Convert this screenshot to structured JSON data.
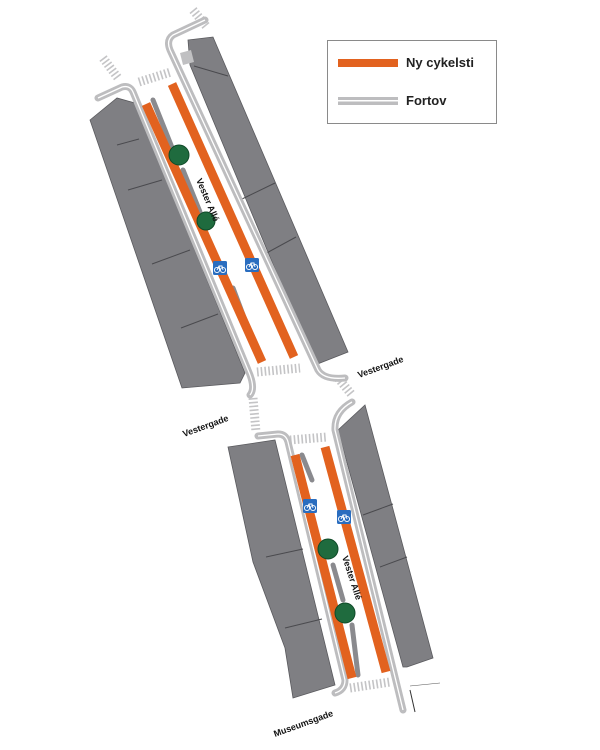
{
  "legend": {
    "items": [
      {
        "label": "Ny cykelsti",
        "color": "#e2621f",
        "icon": "orange-line"
      },
      {
        "label": "Fortov",
        "color": "#bdbdbf",
        "icon": "gray-double-line"
      }
    ]
  },
  "streets": {
    "vester_alle_north": "Vester Allé",
    "vester_alle_south": "Vester Allé",
    "vestergade_east": "Vestergade",
    "vestergade_west": "Vestergade",
    "museumsgade": "Museumsgade"
  },
  "icons": {
    "bike_sign": "bicycle-sign-icon",
    "tree": "tree-icon"
  },
  "colors": {
    "bike_lane": "#e2621f",
    "sidewalk": "#bdbdbf",
    "building": "#7f7f83",
    "tree": "#1f6b3e",
    "bike_sign": "#2a6dbf"
  }
}
